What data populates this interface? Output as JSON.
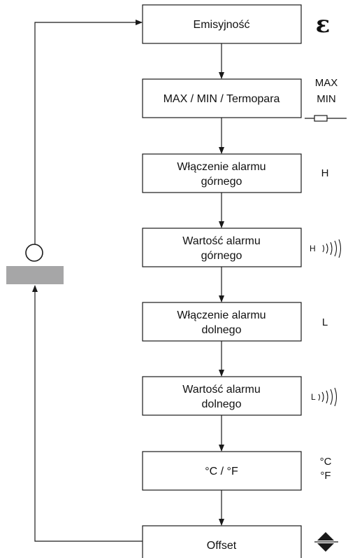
{
  "steps": [
    {
      "label_lines": [
        "Emisyjność"
      ],
      "symbol": "epsilon-icon"
    },
    {
      "label_lines": [
        "MAX / MIN / Termopara"
      ],
      "symbol_lines": [
        "MAX",
        "MIN"
      ]
    },
    {
      "label_lines": [
        "Włączenie alarmu",
        "górnego"
      ],
      "symbol_lines": [
        "H"
      ]
    },
    {
      "label_lines": [
        "Wartość alarmu",
        "górnego"
      ],
      "symbol_lines": [
        "H"
      ],
      "symbol_icon": "sound-waves-icon"
    },
    {
      "label_lines": [
        "Włączenie alarmu",
        "dolnego"
      ],
      "symbol_lines": [
        "L"
      ]
    },
    {
      "label_lines": [
        "Wartość alarmu",
        "dolnego"
      ],
      "symbol_lines": [
        "L"
      ],
      "symbol_icon": "sound-waves-icon"
    },
    {
      "label_lines": [
        "°C / °F"
      ],
      "symbol_lines": [
        "°C",
        "°F"
      ]
    },
    {
      "label_lines": [
        "Offset"
      ],
      "symbol": "up-down-arrows-icon"
    }
  ],
  "epsilon_symbol": "ε",
  "loop_button": {
    "icon": "circle-button-icon",
    "bar_color": "#a6a6a7"
  },
  "colors": {
    "stroke": "#1a1a1a",
    "text": "#111111",
    "button_bar": "#a6a6a7"
  }
}
